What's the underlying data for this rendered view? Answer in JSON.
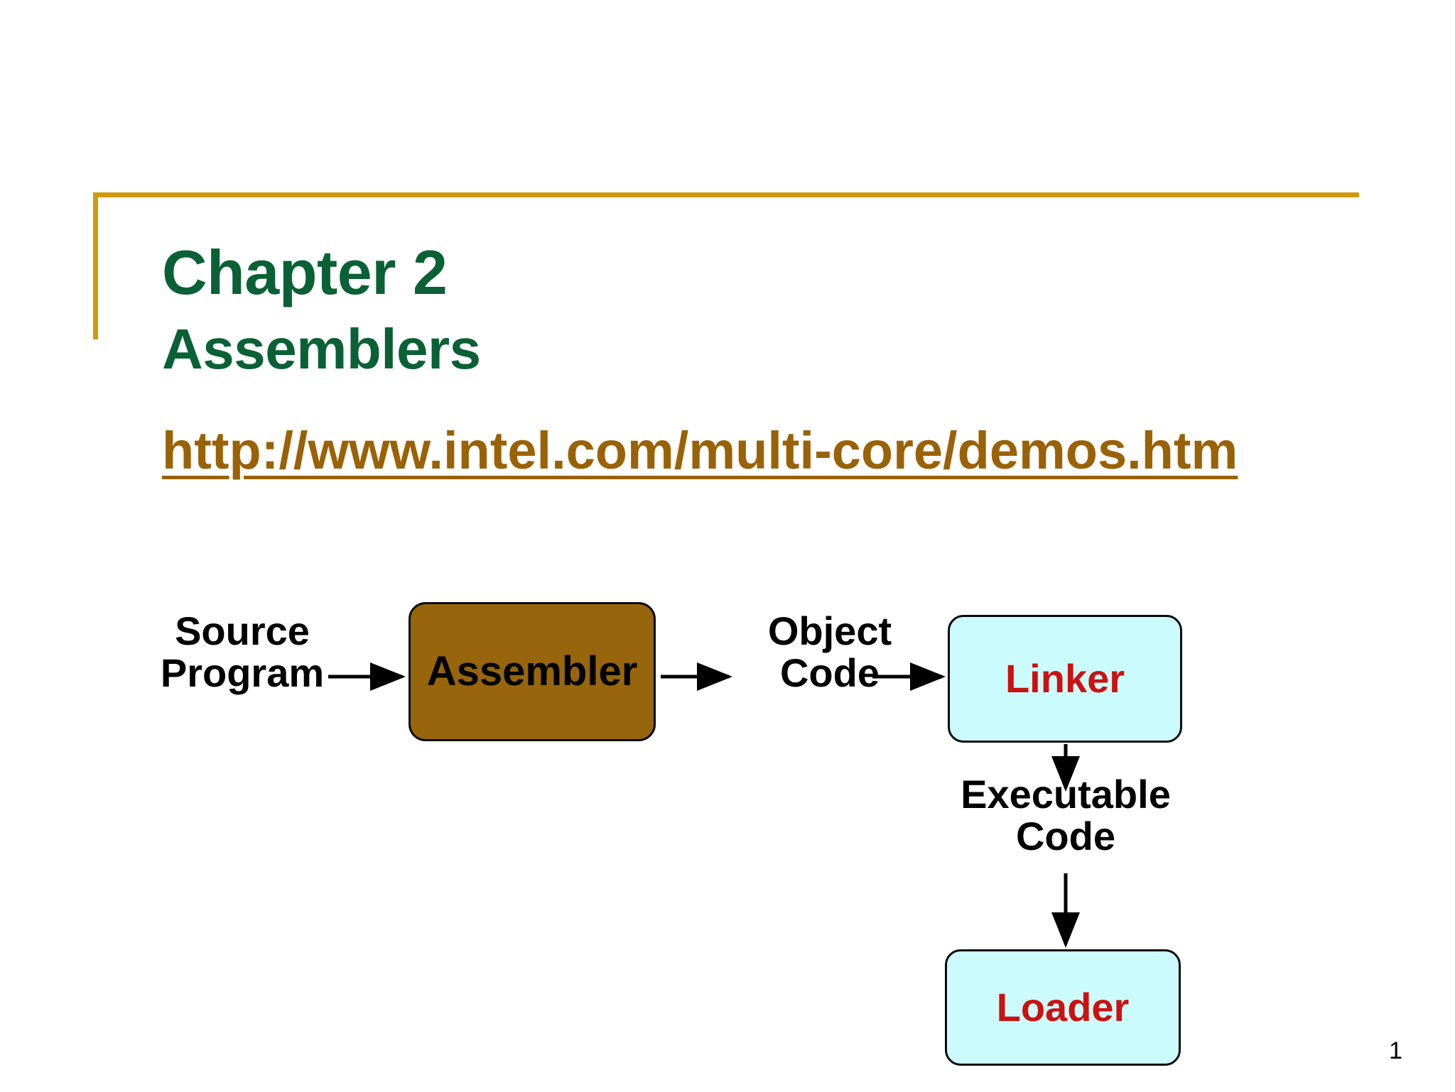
{
  "slide": {
    "background_color": "#FFFFFF",
    "accent_rule_color": "#CF9A0B",
    "title_color": "#0A6135",
    "link_color": "#9A6206",
    "page_number": "1"
  },
  "title": {
    "line1": "Chapter 2",
    "line2": "Assemblers"
  },
  "link": {
    "text": "http://www.intel.com/multi-core/demos.htm"
  },
  "diagram": {
    "type": "flowchart",
    "nodes": [
      {
        "id": "source-program",
        "label": "Source\nProgram",
        "shape": "text",
        "fill": "none",
        "text_color": "#000000"
      },
      {
        "id": "assembler",
        "label": "Assembler",
        "shape": "rounded-rect",
        "fill": "#97650C",
        "text_color": "#000000"
      },
      {
        "id": "object-code",
        "label": "Object\nCode",
        "shape": "text",
        "fill": "none",
        "text_color": "#000000"
      },
      {
        "id": "linker",
        "label": "Linker",
        "shape": "rounded-rect",
        "fill": "#CCFBFE",
        "text_color": "#CC1111"
      },
      {
        "id": "executable-code",
        "label": "Executable\nCode",
        "shape": "text",
        "fill": "none",
        "text_color": "#000000"
      },
      {
        "id": "loader",
        "label": "Loader",
        "shape": "rounded-rect",
        "fill": "#CCFBFE",
        "text_color": "#CC1111"
      }
    ],
    "edges": [
      {
        "from": "source-program",
        "to": "assembler",
        "direction": "right"
      },
      {
        "from": "assembler",
        "to": "object-code",
        "direction": "right"
      },
      {
        "from": "object-code",
        "to": "linker",
        "direction": "right"
      },
      {
        "from": "linker",
        "to": "executable-code",
        "direction": "down"
      },
      {
        "from": "executable-code",
        "to": "loader",
        "direction": "down"
      }
    ]
  }
}
